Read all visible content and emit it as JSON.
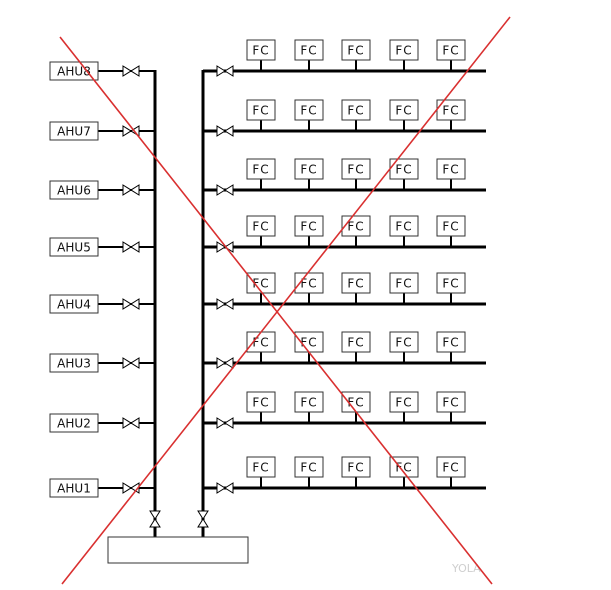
{
  "ahu_units": [
    "AHU8",
    "AHU7",
    "AHU6",
    "AHU5",
    "AHU4",
    "AHU3",
    "AHU2",
    "AHU1"
  ],
  "fc_label": "FC",
  "fc_per_floor": 5,
  "floor_count": 8,
  "crossed_out": true,
  "colors": {
    "pipe": "#000000",
    "box_border": "#333333",
    "cross": "#d93030",
    "watermark": "#cfcfcf"
  },
  "watermark": "YOLA"
}
